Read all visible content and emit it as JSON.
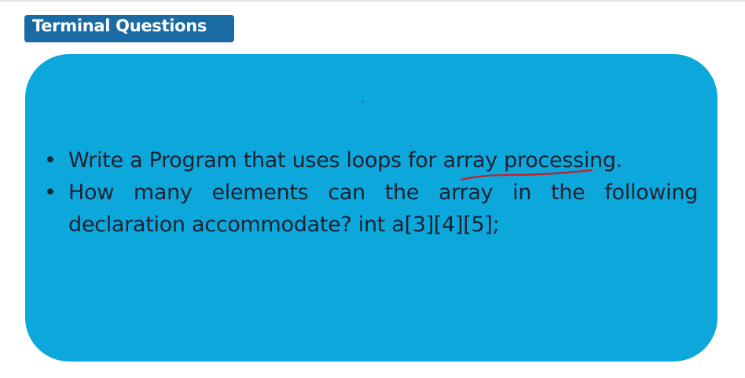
{
  "slide": {
    "title": "Terminal Questions",
    "colors": {
      "title_bg": "#1a6aa3",
      "box_bg": "#0ca8dc",
      "text": "#1f2233",
      "annotation": "#c0202a"
    },
    "bullets": [
      "Write a Program that uses loops for array processing.",
      "How many elements can the array in the following declaration accommodate? int a[3][4][5];"
    ],
    "bullet_marker": "•"
  }
}
